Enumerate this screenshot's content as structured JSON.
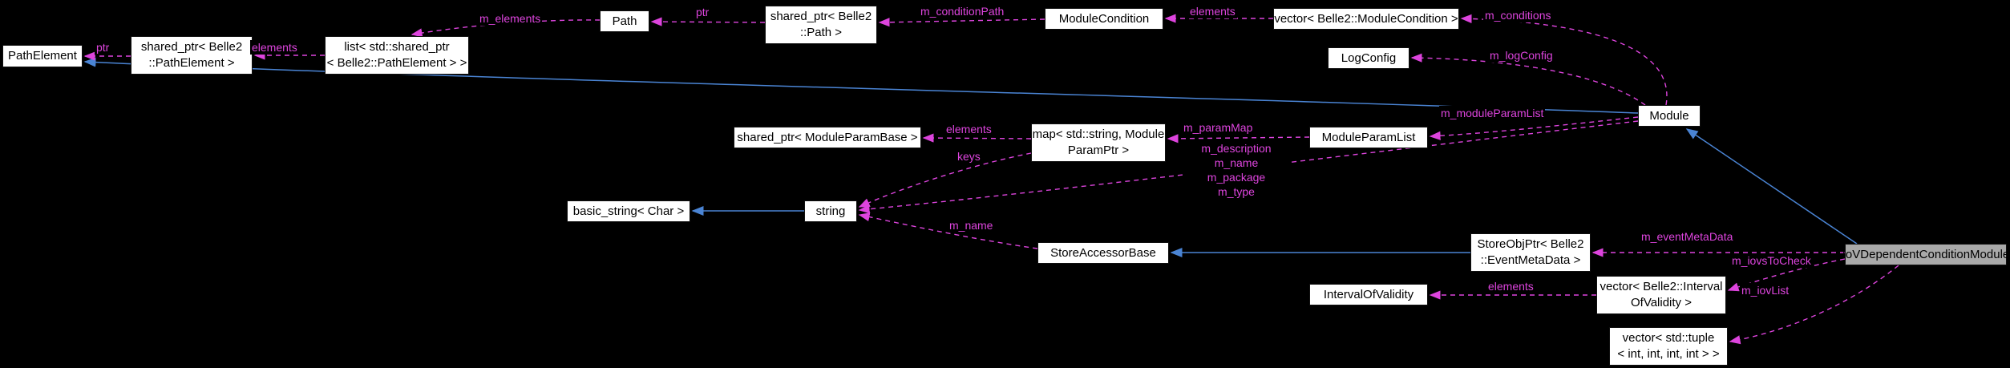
{
  "colors": {
    "background": "#000000",
    "node_fill": "#ffffff",
    "node_text": "#000000",
    "main_node_fill": "#a9a9a9",
    "inheritance_edge_color": "#4a84d4",
    "usage_edge_color": "#dd44dd"
  },
  "nodes": {
    "pathelement": {
      "label": "PathElement"
    },
    "shared_ptr_pathelement": {
      "label": "shared_ptr< Belle2\n::PathElement >"
    },
    "list_shared_ptr_pathelement": {
      "label": "list< std::shared_ptr\n< Belle2::PathElement > >"
    },
    "path": {
      "label": "Path"
    },
    "shared_ptr_path": {
      "label": "shared_ptr< Belle2\n::Path >"
    },
    "modulecondition": {
      "label": "ModuleCondition"
    },
    "vector_modulecondition": {
      "label": "vector< Belle2::ModuleCondition >"
    },
    "logconfig": {
      "label": "LogConfig"
    },
    "module": {
      "label": "Module"
    },
    "shared_ptr_moduleparambase": {
      "label": "shared_ptr< ModuleParamBase >"
    },
    "map_moduleparamptr": {
      "label": "map< std::string, Module\nParamPtr >"
    },
    "moduleparamlist": {
      "label": "ModuleParamList"
    },
    "basic_string": {
      "label": "basic_string< Char >"
    },
    "string": {
      "label": "string"
    },
    "storeaccessorbase": {
      "label": "StoreAccessorBase"
    },
    "storeobjptr_eventmetadata": {
      "label": "StoreObjPtr< Belle2\n::EventMetaData >"
    },
    "intervalofvalidity": {
      "label": "IntervalOfValidity"
    },
    "vector_intervalofvalidity": {
      "label": "vector< Belle2::Interval\nOfValidity >"
    },
    "vector_tuple_int": {
      "label": "vector< std::tuple\n< int, int, int, int > >"
    },
    "iovdependentconditionmodule": {
      "label": "IoVDependentConditionModule"
    }
  },
  "edge_labels": {
    "ptr_pathelement": "ptr",
    "elements_pathelement": "elements",
    "m_elements": "m_elements",
    "ptr_path": "ptr",
    "m_conditionPath": "m_conditionPath",
    "elements_modulecondition": "elements",
    "m_conditions": "m_conditions",
    "m_logConfig": "m_logConfig",
    "m_moduleParamList": "m_moduleParamList",
    "elements_moduleparambase": "elements",
    "m_paramMap": "m_paramMap",
    "keys": "keys",
    "module_string_members": "m_description\nm_name\nm_package\nm_type",
    "m_name": "m_name",
    "m_eventMetaData": "m_eventMetaData",
    "m_iovsToCheck": "m_iovsToCheck",
    "m_iovList": "m_iovList",
    "elements_intervalofvalidity": "elements"
  }
}
